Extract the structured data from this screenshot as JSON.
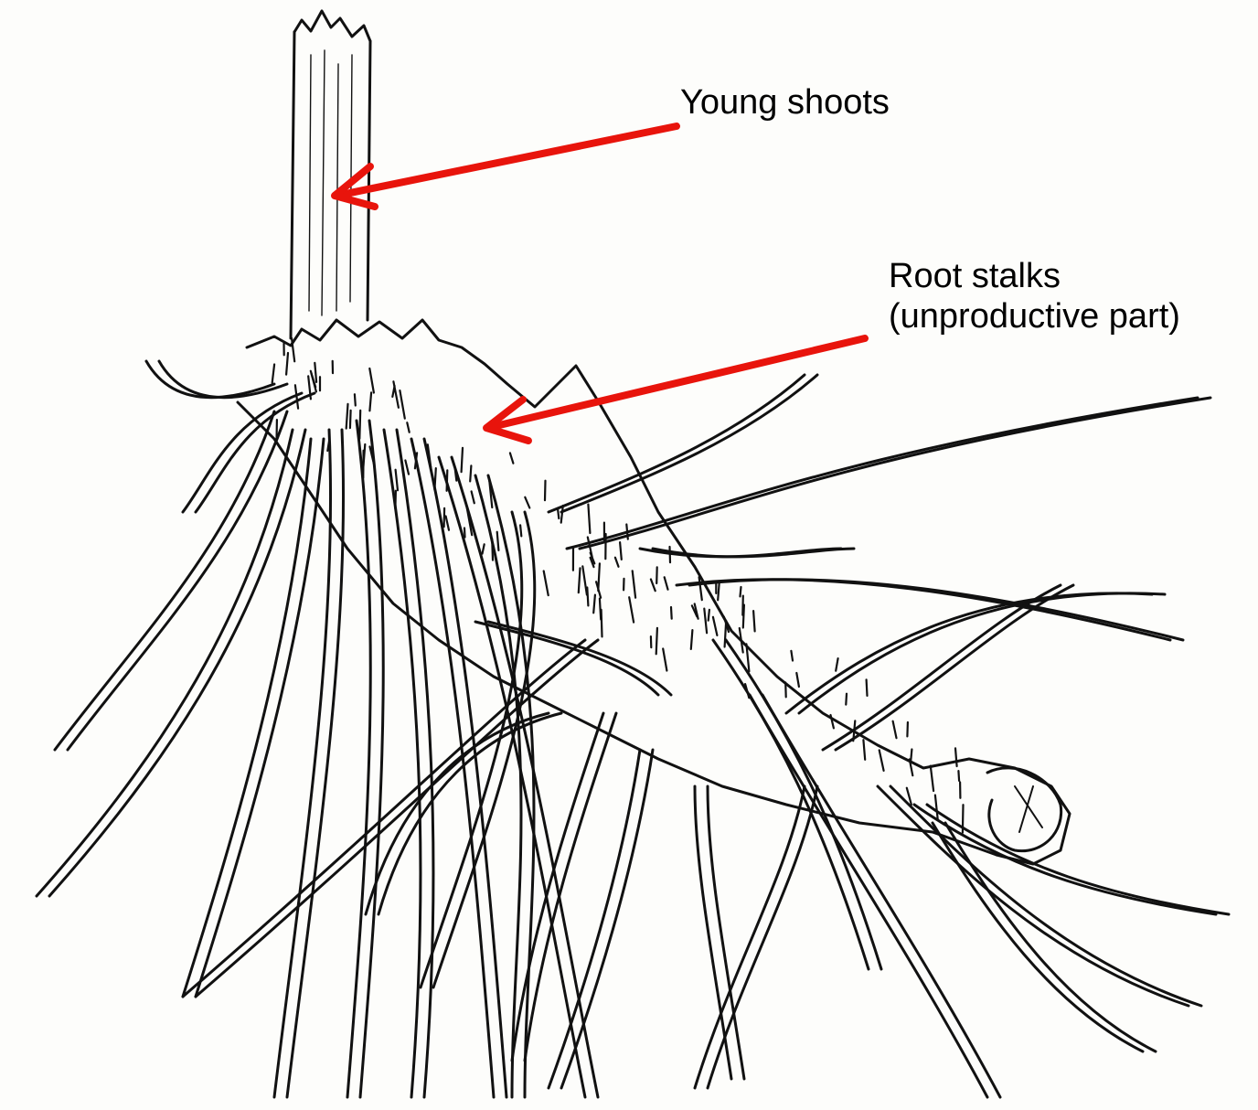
{
  "labels": {
    "young_shoots": "Young shoots",
    "root_stalks_line1": "Root stalks",
    "root_stalks_line2": "(unproductive part)"
  },
  "colors": {
    "background": "#fdfdfb",
    "ink": "#111111",
    "arrow": "#e8140c"
  }
}
